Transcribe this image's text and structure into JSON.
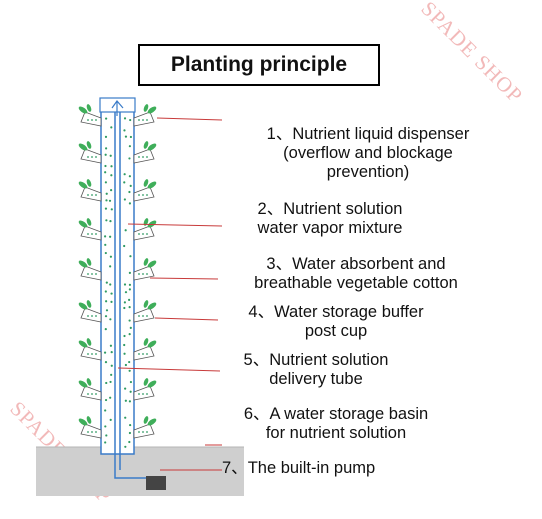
{
  "title": "Planting principle",
  "watermark": "SPADE SHOP",
  "labels": [
    {
      "number": "1、",
      "lines": [
        "Nutrient liquid dispenser",
        "(overflow and blockage",
        "prevention)"
      ]
    },
    {
      "number": "2、",
      "lines": [
        "Nutrient solution",
        "water vapor mixture"
      ]
    },
    {
      "number": "3、",
      "lines": [
        "Water absorbent and",
        "breathable vegetable cotton"
      ]
    },
    {
      "number": "4、",
      "lines": [
        "Water storage buffer",
        "post cup"
      ]
    },
    {
      "number": "5、",
      "lines": [
        "Nutrient solution",
        "delivery tube"
      ]
    },
    {
      "number": "6、",
      "lines": [
        "A water storage basin",
        "for nutrient solution"
      ]
    },
    {
      "number": "7、",
      "lines": [
        "The built-in pump"
      ]
    }
  ],
  "colors": {
    "tube_outline": "#3a7bc8",
    "dots": "#2f9a63",
    "leaf": "#3fae5a",
    "pointer": "#c83a3a",
    "basin": "#cfcfcf",
    "watermark": "#f2b9b9"
  }
}
